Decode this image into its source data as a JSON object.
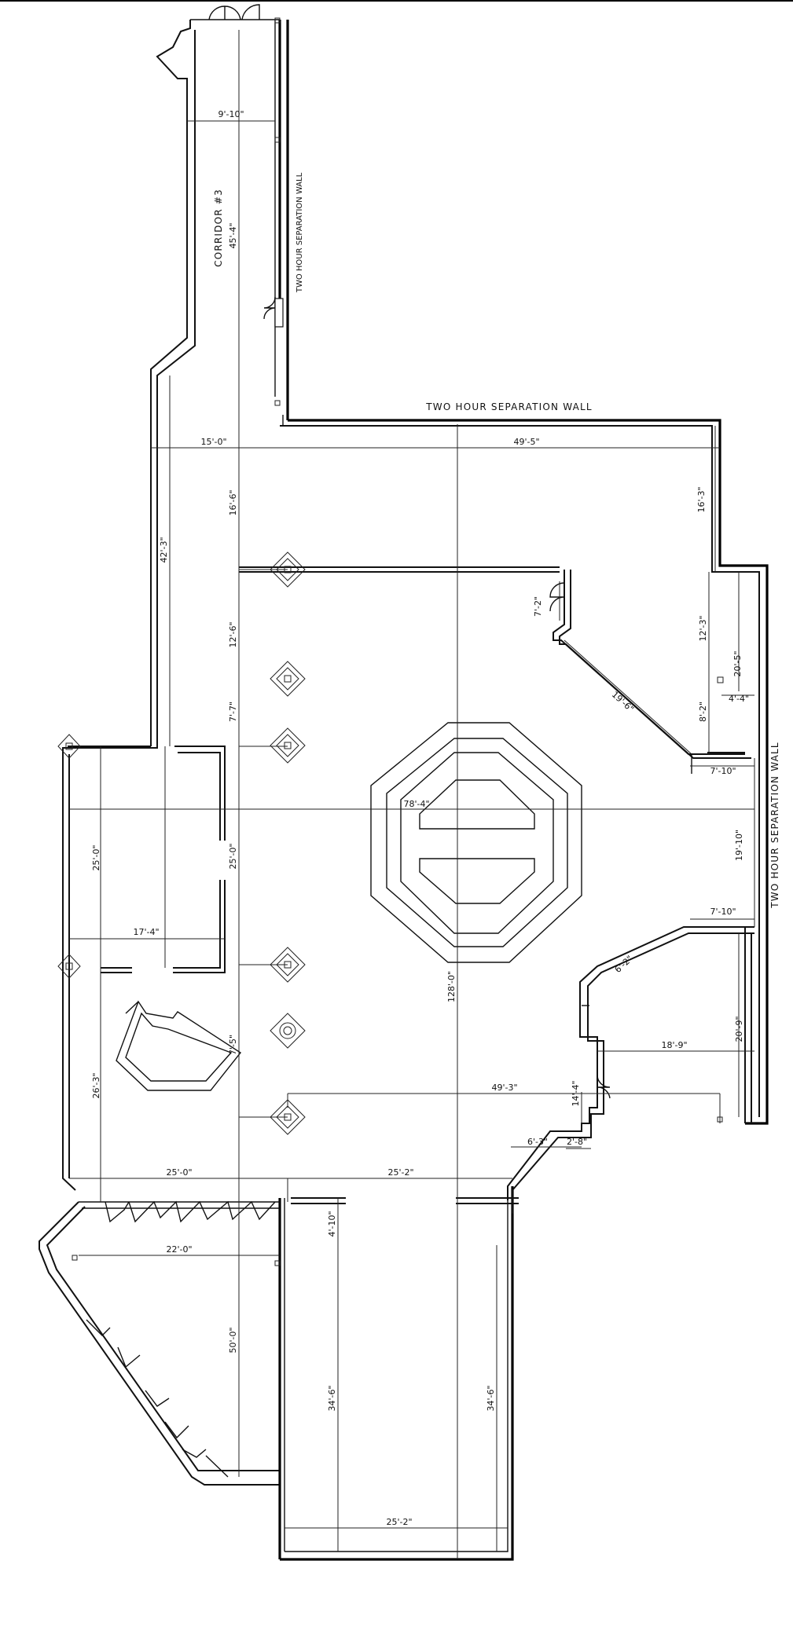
{
  "labels": {
    "corridor": "CORRIDOR #3",
    "wall_top": "TWO HOUR SEPARATION WALL",
    "wall_corridor": "TWO HOUR SEPARATION WALL",
    "wall_right": "TWO HOUR SEPARATION WALL"
  },
  "dims": {
    "d9_10": "9'-10\"",
    "d45_4": "45'-4\"",
    "d15_0": "15'-0\"",
    "d49_5": "49'-5\"",
    "d16_6": "16'-6\"",
    "d16_3": "16'-3\"",
    "d42_3": "42'-3\"",
    "d12_6": "12'-6\"",
    "d12_3": "12'-3\"",
    "d7_2": "7'-2\"",
    "d7_7": "7'-7\"",
    "d20_5": "20'-5\"",
    "d4_4": "4'-4\"",
    "d8_2": "8'-2\"",
    "d19_6": "19'-6\"",
    "d7_10a": "7'-10\"",
    "d78_4": "78'-4\"",
    "d25_0_left": "25'-0\"",
    "d25_0_mid": "25'-0\"",
    "d19_10": "19'-10\"",
    "d7_10b": "7'-10\"",
    "d17_4": "17'-4\"",
    "d6_2": "6'-2\"",
    "d128_0": "128'-0\"",
    "d20_9": "20'-9\"",
    "d18_9": "18'-9\"",
    "d7_5": "7'-5\"",
    "d26_3": "26'-3\"",
    "d49_3": "49'-3\"",
    "d14_4": "14'-4\"",
    "d6_3": "6'-3\"",
    "d2_8": "2'-8\"",
    "d25_0_bottom": "25'-0\"",
    "d25_2_top": "25'-2\"",
    "d4_10": "4'-10\"",
    "d22_0": "22'-0\"",
    "d50_0": "50'-0\"",
    "d34_6_left": "34'-6\"",
    "d34_6_right": "34'-6\"",
    "d25_2_bottom": "25'-2\""
  }
}
